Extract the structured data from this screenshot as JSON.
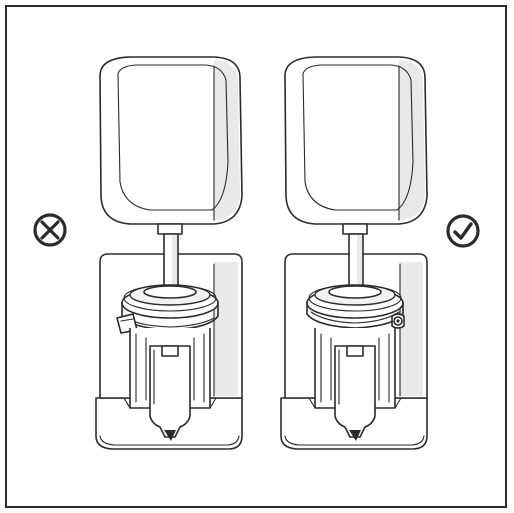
{
  "figure": {
    "panels": [
      {
        "id": "incorrect",
        "status_icon": "cross-circle-icon",
        "meaning": "wrong"
      },
      {
        "id": "correct",
        "status_icon": "check-circle-icon",
        "meaning": "right"
      }
    ],
    "colors": {
      "line": "#2b2b2b",
      "background": "#ffffff",
      "shade": "#e9e9e9"
    }
  }
}
